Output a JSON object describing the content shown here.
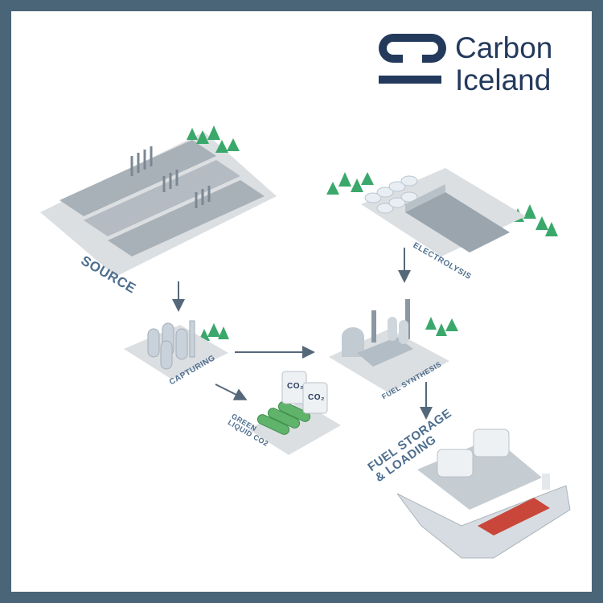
{
  "brand": {
    "name_line1": "Carbon",
    "name_line2": "Iceland",
    "color": "#233a5c"
  },
  "frame_color": "#4a6577",
  "label_color": "#4d6e8e",
  "stages": {
    "source": "SOURCE",
    "capturing": "CAPTURING",
    "electrolysis": "ELECTROLYSIS",
    "fuel_synthesis": "FUEL SYNTHESIS",
    "green_liquid_co2_line1": "GREEN",
    "green_liquid_co2_line2": "LIQUID CO2",
    "fuel_storage_line1": "FUEL STORAGE",
    "fuel_storage_line2": "& LOADING"
  },
  "tank_labels": {
    "co2": "CO₂"
  }
}
